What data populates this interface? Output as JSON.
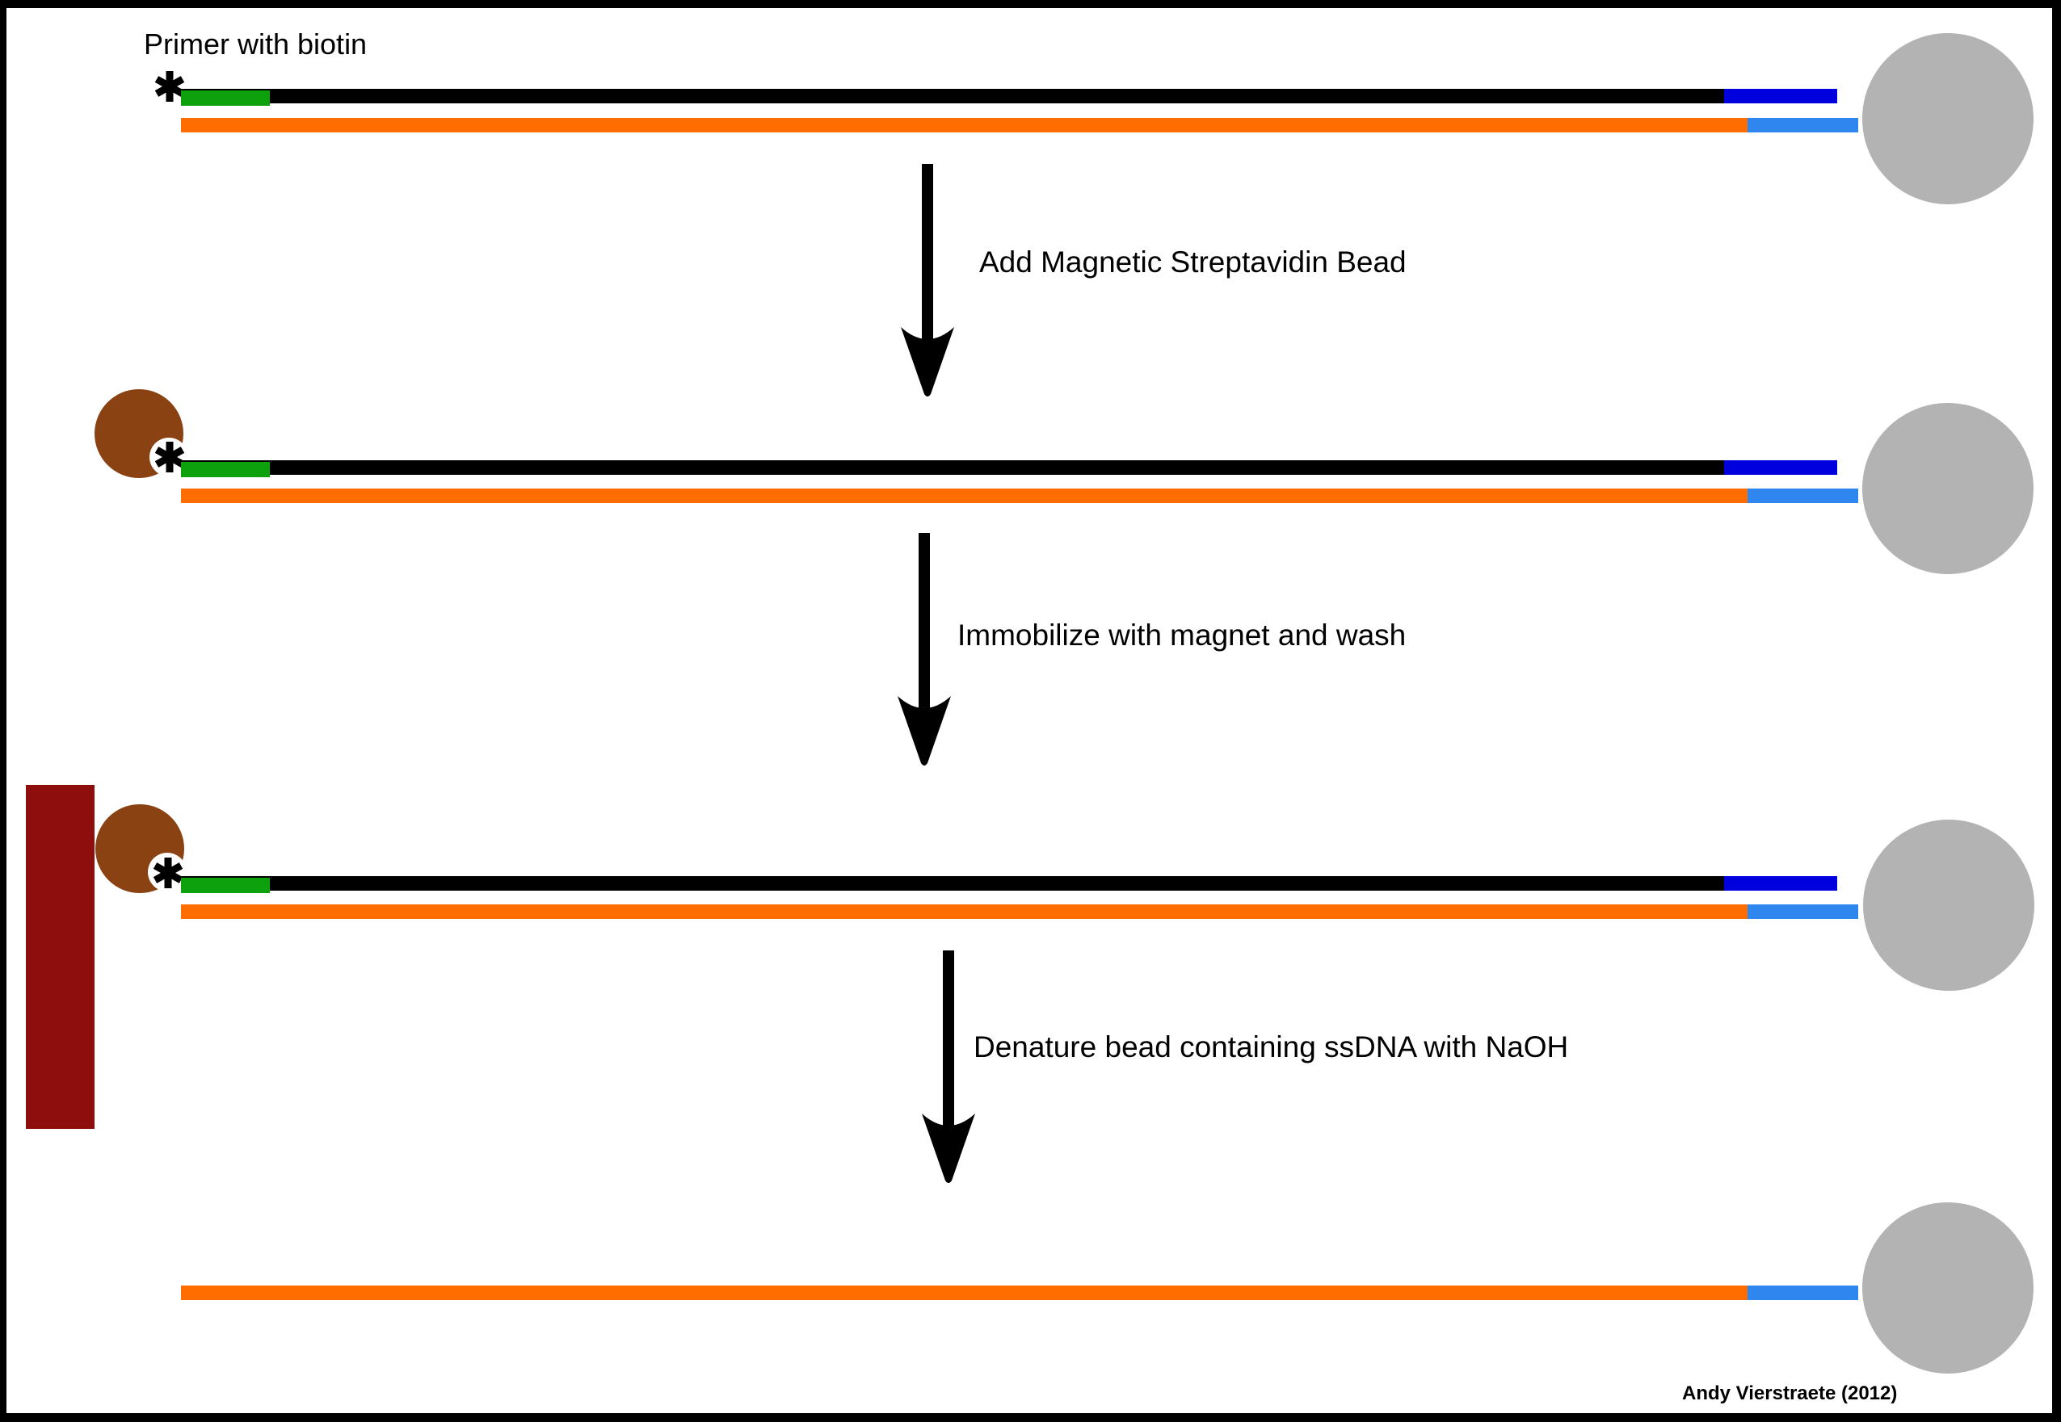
{
  "header": {
    "primer_label": "Primer with biotin"
  },
  "steps": [
    {
      "label": "Add Magnetic Streptavidin Bead"
    },
    {
      "label": "Immobilize with magnet and wash"
    },
    {
      "label": "Denature bead containing ssDNA with NaOH"
    }
  ],
  "footer": {
    "credit": "Andy Vierstraete (2012)"
  },
  "icons": {
    "biotin_asterisk": "six-armed heavy asterisk marking biotin label",
    "streptavidin_bead": "brown circle with notch binding the biotin asterisk",
    "magnet": "dark red vertical bar at left wall",
    "gray_bead": "gray circle at right end of strand",
    "down_arrow": "thick black downward arrow with concave barbed head"
  },
  "colors": {
    "background": "#FFFFFF",
    "frame": "#000000",
    "strand_black": "#000000",
    "green": "#0DA10D",
    "dark_blue": "#0000DE",
    "orange": "#FF6C00",
    "light_blue": "#2E86EE",
    "gray": "#B3B3B3",
    "brown": "#8A4213",
    "dark_red": "#8E0D0D",
    "text": "#000000"
  }
}
